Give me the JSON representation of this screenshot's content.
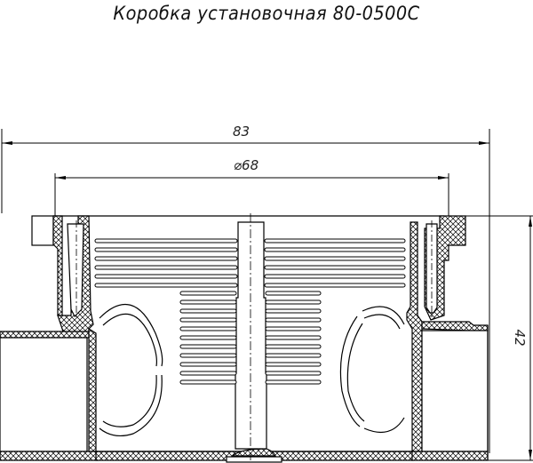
{
  "title": "Коробка установочная 80-0500С",
  "dimensions": {
    "overall_width": "83",
    "inner_diameter": "⌀68",
    "height": "42"
  },
  "colors": {
    "line": "#000000",
    "background": "#ffffff",
    "hatch": "#000000"
  }
}
